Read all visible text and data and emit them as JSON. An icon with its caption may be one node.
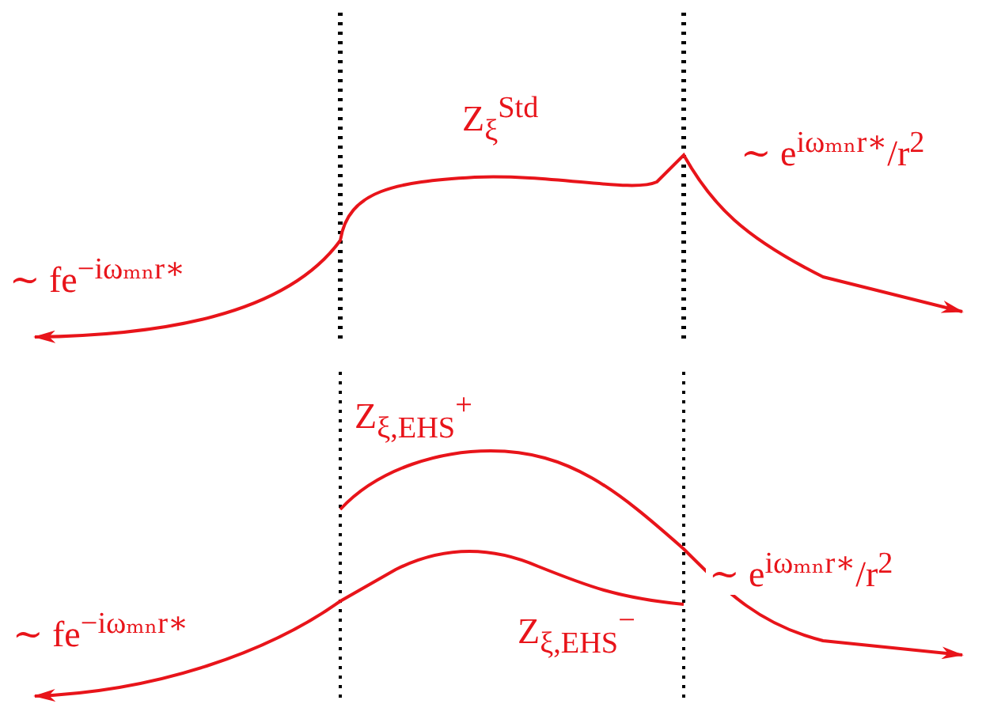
{
  "diagram": {
    "labels": [
      "Z$_{ξ}$$^{Std}$",
      "∼ fe$^{−iωₘₙr∗}$",
      "∼ e$^{iωₘₙr∗}$/r$^{2}$",
      "Z$_{ξ,EHS}$$^{+}$",
      "∼ e$^{iωₘₙr∗}$/r$^{2}$",
      "∼ fe$^{−iωₘₙr∗}$",
      "Z$_{ξ,EHS}$$^{−}$"
    ]
  }
}
